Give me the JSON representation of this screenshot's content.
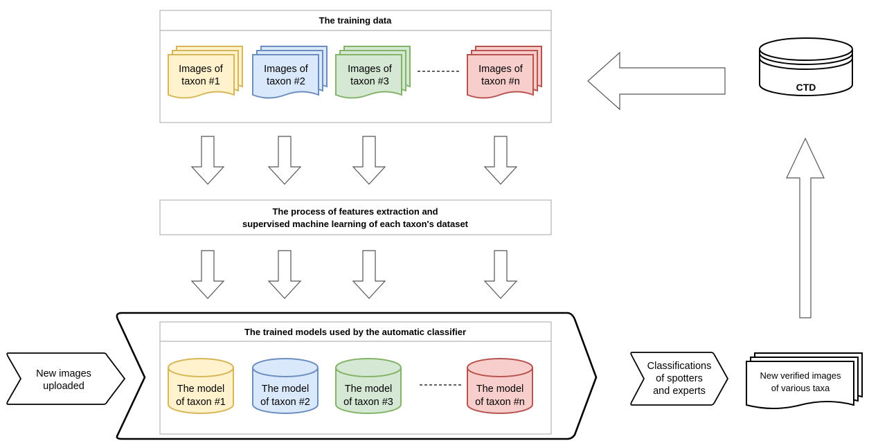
{
  "training_data": {
    "title": "The training data",
    "items": [
      {
        "line1": "Images of",
        "line2": "taxon #1",
        "fill": "#fff2cc",
        "stroke": "#d6b656"
      },
      {
        "line1": "Images of",
        "line2": "taxon #2",
        "fill": "#dae8fc",
        "stroke": "#6c8ebf"
      },
      {
        "line1": "Images of",
        "line2": "taxon #3",
        "fill": "#d5e8d4",
        "stroke": "#82b366"
      },
      {
        "line1": "Images of",
        "line2": "taxon #n",
        "fill": "#f8cecc",
        "stroke": "#b85450"
      }
    ]
  },
  "process": {
    "line1": "The process of features extraction and",
    "line2": "supervised machine learning of each taxon's dataset"
  },
  "models": {
    "title": "The trained models used by the automatic classifier",
    "items": [
      {
        "line1": "The model",
        "line2": "of taxon #1",
        "fill": "#fff2cc",
        "stroke": "#d6b656"
      },
      {
        "line1": "The model",
        "line2": "of taxon #2",
        "fill": "#dae8fc",
        "stroke": "#6c8ebf"
      },
      {
        "line1": "The model",
        "line2": "of taxon #3",
        "fill": "#d5e8d4",
        "stroke": "#82b366"
      },
      {
        "line1": "The model",
        "line2": "of taxon #n",
        "fill": "#f8cecc",
        "stroke": "#b85450"
      }
    ]
  },
  "new_images": {
    "line1": "New images",
    "line2": "uploaded"
  },
  "classifications": {
    "line1": "Classifications",
    "line2": "of spotters",
    "line3": "and experts"
  },
  "verified": {
    "line1": "New verified images",
    "line2": "of various taxa"
  },
  "database": {
    "label": "CTD"
  }
}
